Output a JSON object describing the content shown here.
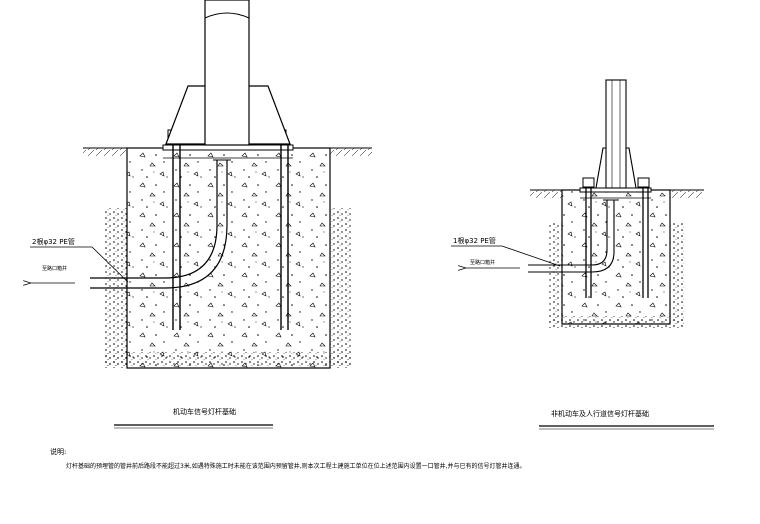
{
  "left_detail": {
    "pipe_label": "2根φ32 PE管",
    "arrow_label": "至路口箱井",
    "title": "机动车信号灯杆基础"
  },
  "right_detail": {
    "pipe_label": "1根φ32 PE管",
    "arrow_label": "至路口箱井",
    "title": "非机动车及人行道信号灯杆基础"
  },
  "notes": {
    "heading": "说明:",
    "text": "灯杆基础的预埋管的管井前后路段不能超过3米,如遇特殊施工时未能在该范围内预留管井,则本次工程土建施工单位在位上述范围内设置一口管井,并与已有的信号灯管井连通。"
  }
}
